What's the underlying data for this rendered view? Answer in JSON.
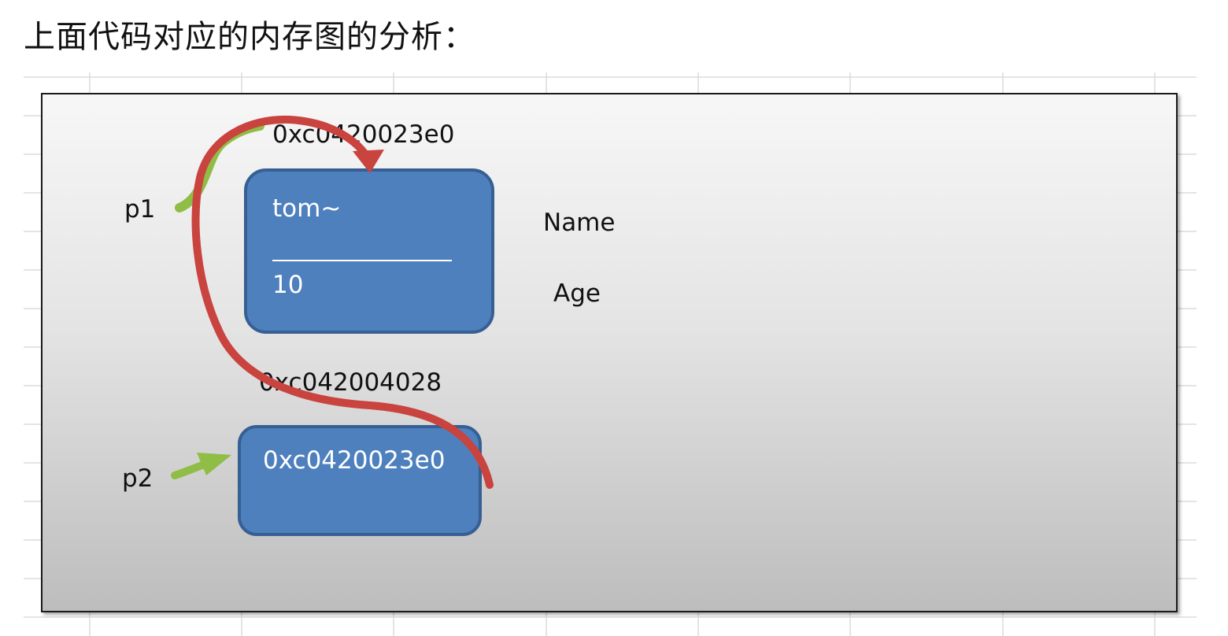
{
  "heading": "上面代码对应的内存图的分析：",
  "variables": {
    "p1": "p1",
    "p2": "p2"
  },
  "person_struct": {
    "address": "0xc0420023e0",
    "name_value": "tom~",
    "age_value": "10",
    "name_field_label": "Name",
    "age_field_label": "Age"
  },
  "pointer": {
    "address": "0xc042004028",
    "value": "0xc0420023e0"
  },
  "colors": {
    "box_fill": "#4f80be",
    "box_border": "#365f93",
    "red_arrow": "#c9433f",
    "green_arrow": "#8fbd46"
  }
}
